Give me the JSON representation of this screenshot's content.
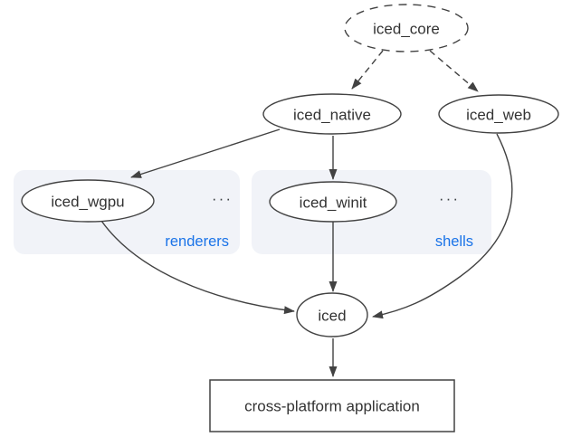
{
  "nodes": {
    "iced_core": {
      "label": "iced_core",
      "shape": "ellipse",
      "border": "dashed"
    },
    "iced_native": {
      "label": "iced_native",
      "shape": "ellipse",
      "border": "solid"
    },
    "iced_web": {
      "label": "iced_web",
      "shape": "ellipse",
      "border": "solid"
    },
    "iced_wgpu": {
      "label": "iced_wgpu",
      "shape": "ellipse",
      "border": "solid"
    },
    "iced_winit": {
      "label": "iced_winit",
      "shape": "ellipse",
      "border": "solid"
    },
    "iced": {
      "label": "iced",
      "shape": "ellipse",
      "border": "solid"
    },
    "app": {
      "label": "cross-platform application",
      "shape": "rect",
      "border": "solid"
    }
  },
  "groups": {
    "renderers": {
      "label": "renderers",
      "more": "..."
    },
    "shells": {
      "label": "shells",
      "more": "..."
    }
  },
  "edges": [
    {
      "from": "iced_core",
      "to": "iced_native",
      "style": "dashed"
    },
    {
      "from": "iced_core",
      "to": "iced_web",
      "style": "dashed"
    },
    {
      "from": "iced_native",
      "to": "iced_wgpu",
      "style": "solid"
    },
    {
      "from": "iced_native",
      "to": "iced_winit",
      "style": "solid"
    },
    {
      "from": "iced_wgpu",
      "to": "iced",
      "style": "solid"
    },
    {
      "from": "iced_winit",
      "to": "iced",
      "style": "solid"
    },
    {
      "from": "iced_web",
      "to": "iced",
      "style": "solid"
    },
    {
      "from": "iced",
      "to": "app",
      "style": "solid"
    }
  ],
  "colors": {
    "stroke": "#424242",
    "node_text": "#333333",
    "group_background": "#f1f3f8",
    "group_label": "#1a73e8",
    "page_background": "#ffffff"
  }
}
